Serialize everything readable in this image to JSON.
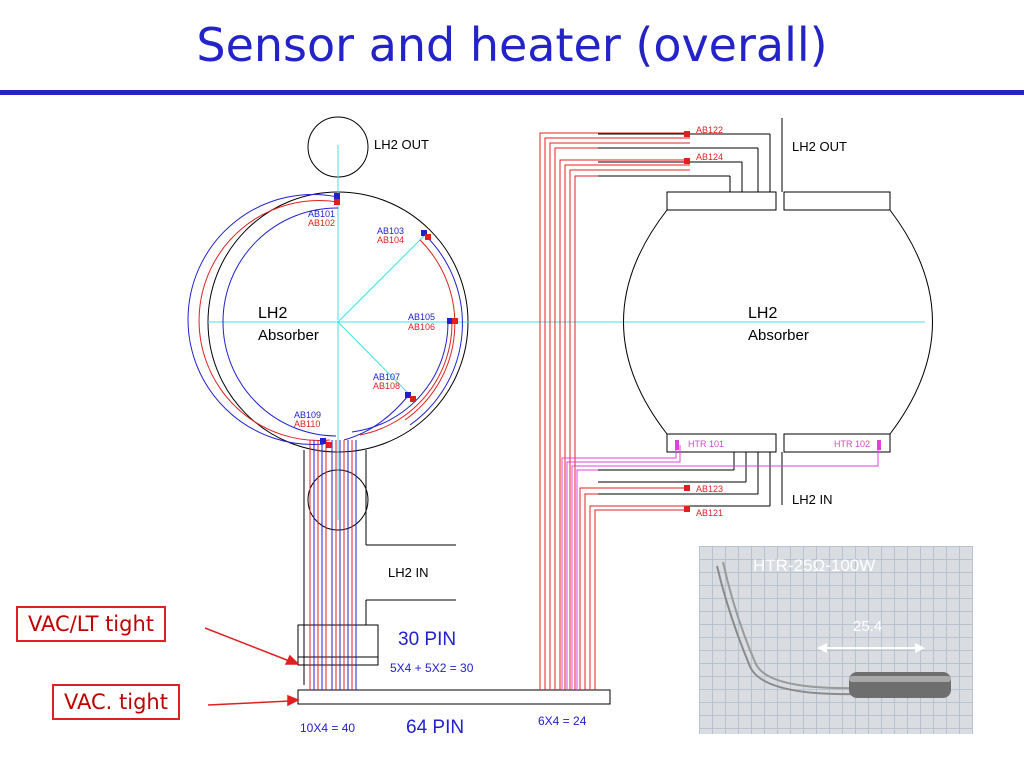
{
  "title": "Sensor and heater (overall)",
  "left_diagram": {
    "lh2_out": "LH2 OUT",
    "lh2_in": "LH2 IN",
    "absorber_line1": "LH2",
    "absorber_line2": "Absorber",
    "sensors": [
      {
        "blue": "AB101",
        "red": "AB102"
      },
      {
        "blue": "AB103",
        "red": "AB104"
      },
      {
        "blue": "AB105",
        "red": "AB106"
      },
      {
        "blue": "AB107",
        "red": "AB108"
      },
      {
        "blue": "AB109",
        "red": "AB110"
      }
    ],
    "pin30": "30 PIN",
    "pin30_formula": "5X4 + 5X2 = 30",
    "pin64": "64 PIN",
    "formula_40": "10X4 = 40",
    "formula_24": "6X4 = 24"
  },
  "right_diagram": {
    "lh2_out": "LH2 OUT",
    "lh2_in": "LH2 IN",
    "absorber_line1": "LH2",
    "absorber_line2": "Absorber",
    "sensors": [
      "AB122",
      "AB124",
      "AB123",
      "AB121"
    ],
    "heaters": [
      "HTR 101",
      "HTR 102"
    ]
  },
  "callouts": {
    "vac_lt": "VAC/LT tight",
    "vac": "VAC. tight"
  },
  "photo": {
    "heater_label": "HTR-25Ω-100W",
    "dimension": "25.4"
  },
  "colors": {
    "title": "#2323c8",
    "red_wire": "#e02020",
    "blue_wire": "#2020d0",
    "cyan_axis": "#40e0e0",
    "magenta_heater": "#e040e0"
  }
}
